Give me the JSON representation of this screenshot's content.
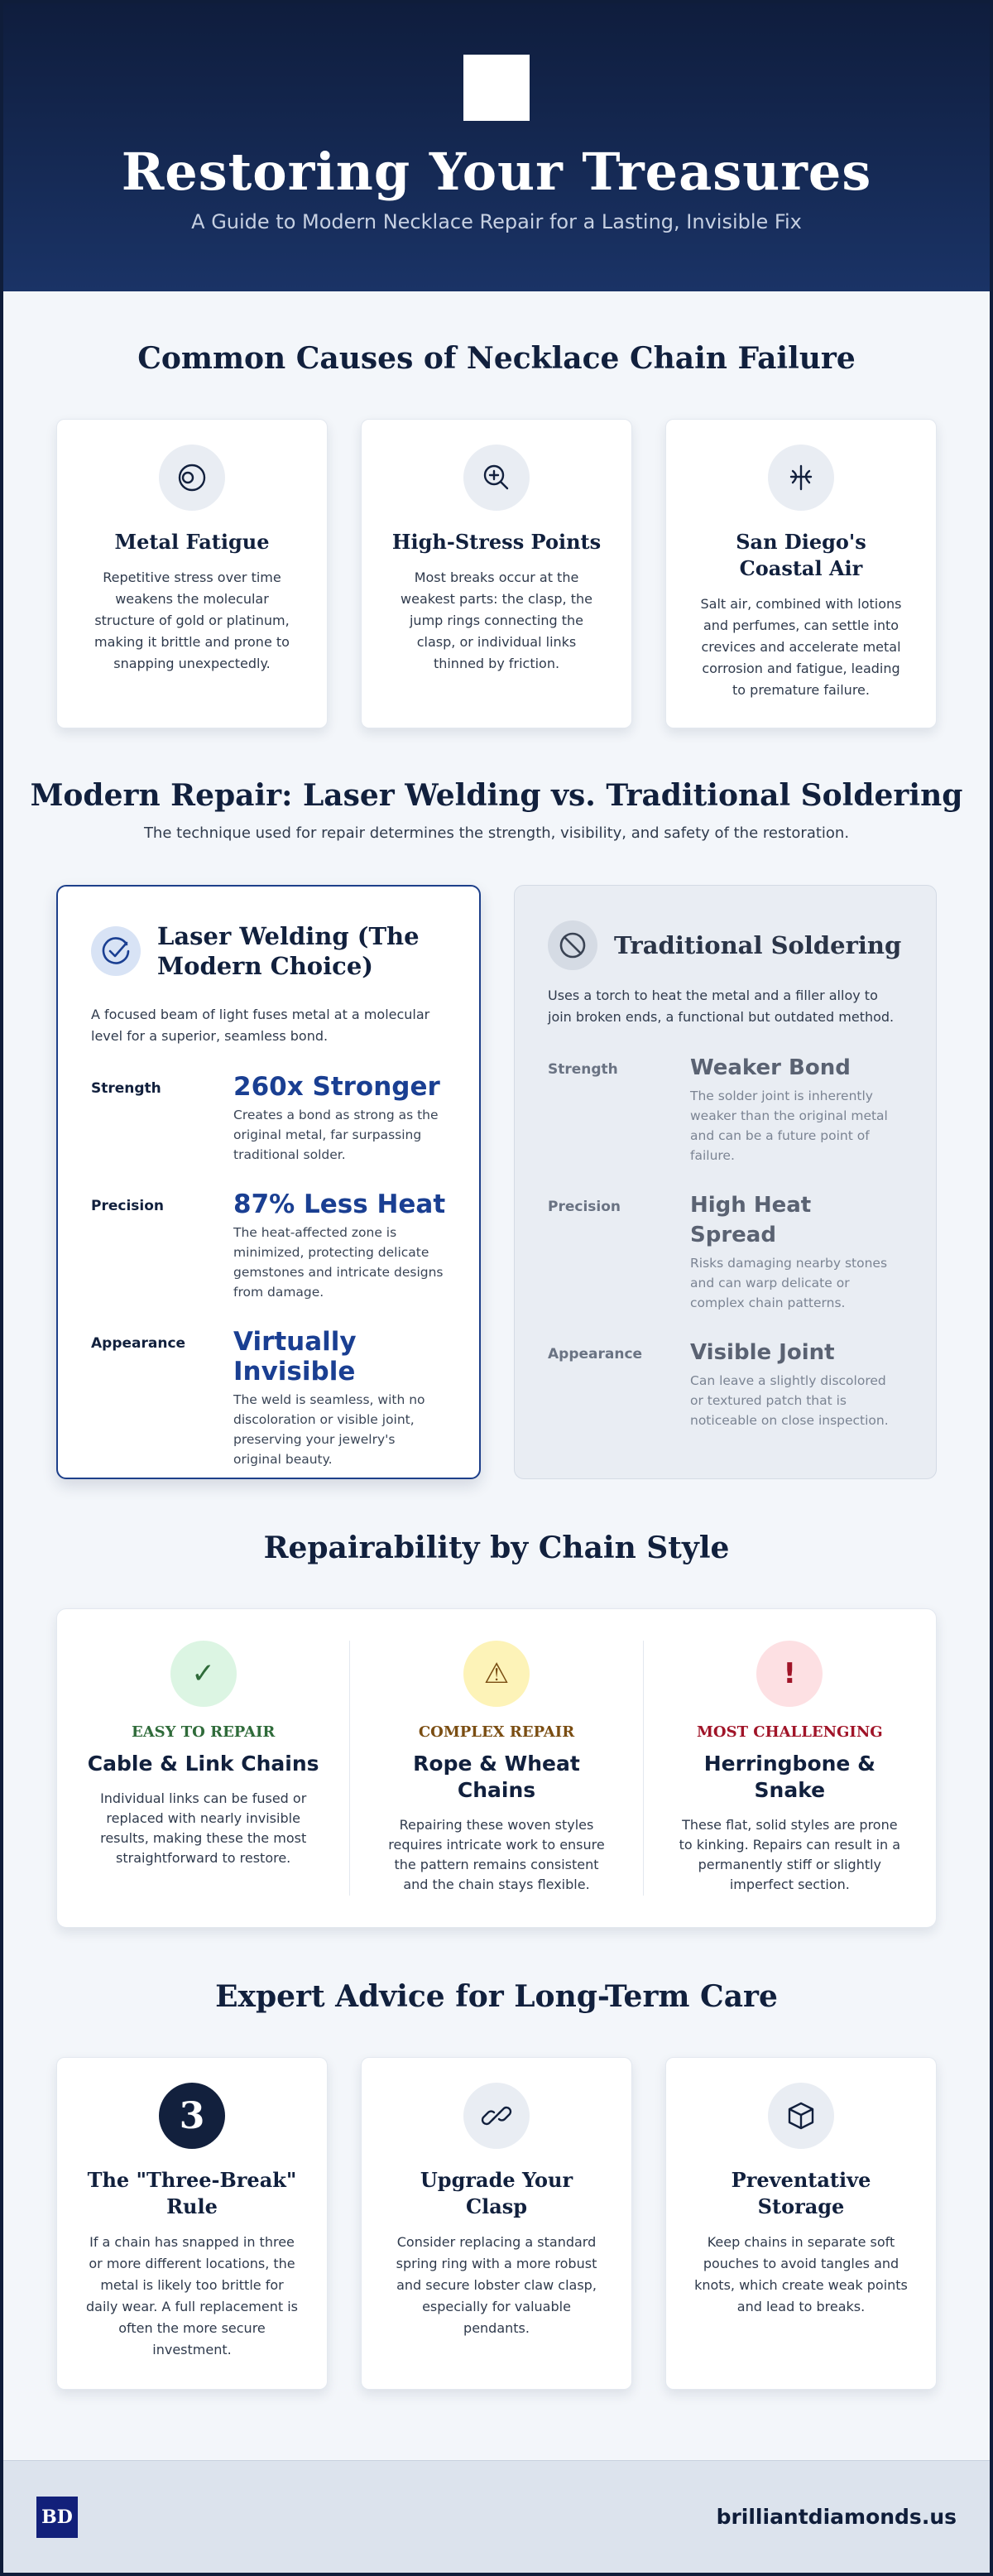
{
  "header": {
    "title": "Restoring Your Treasures",
    "subtitle": "A Guide to Modern Necklace Repair for a Lasting, Invisible Fix"
  },
  "causes": {
    "title": "Common Causes of Necklace Chain Failure",
    "items": [
      {
        "icon": "ring-icon",
        "title": "Metal Fatigue",
        "text": "Repetitive stress over time weakens the molecular structure of gold or platinum, making it brittle and prone to snapping unexpectedly."
      },
      {
        "icon": "magnify-icon",
        "title": "High-Stress Points",
        "text": "Most breaks occur at the weakest parts: the clasp, the jump rings connecting the clasp, or individual links thinned by friction."
      },
      {
        "icon": "salt-icon",
        "title": "San Diego's Coastal Air",
        "text": "Salt air, combined with lotions and perfumes, can settle into crevices and accelerate metal corrosion and fatigue, leading to premature failure."
      }
    ]
  },
  "compare": {
    "title": "Modern Repair: Laser Welding vs. Traditional Soldering",
    "subtitle": "The technique used for repair determines the strength, visibility, and safety of the restoration.",
    "laser": {
      "title": "Laser Welding (The Modern Choice)",
      "desc": "A focused beam of light fuses metal at a molecular level for a superior, seamless bond.",
      "metrics": [
        {
          "label": "Strength",
          "value": "260x Stronger",
          "note": "Creates a bond as strong as the original metal, far surpassing traditional solder."
        },
        {
          "label": "Precision",
          "value": "87% Less Heat",
          "note": "The heat-affected zone is minimized, protecting delicate gemstones and intricate designs from damage."
        },
        {
          "label": "Appearance",
          "value": "Virtually Invisible",
          "note": "The weld is seamless, with no discoloration or visible joint, preserving your jewelry's original beauty."
        }
      ]
    },
    "trad": {
      "title": "Traditional Soldering",
      "desc": "Uses a torch to heat the metal and a filler alloy to join broken ends, a functional but outdated method.",
      "metrics": [
        {
          "label": "Strength",
          "value": "Weaker Bond",
          "note": "The solder joint is inherently weaker than the original metal and can be a future point of failure."
        },
        {
          "label": "Precision",
          "value": "High Heat Spread",
          "note": "Risks damaging nearby stones and can warp delicate or complex chain patterns."
        },
        {
          "label": "Appearance",
          "value": "Visible Joint",
          "note": "Can leave a slightly discolored or textured patch that is noticeable on close inspection."
        }
      ]
    }
  },
  "chains": {
    "title": "Repairability by Chain Style",
    "items": [
      {
        "symbol": "✓",
        "level": "EASY TO REPAIR",
        "name": "Cable & Link Chains",
        "text": "Individual links can be fused or replaced with nearly invisible results, making these the most straightforward to restore.",
        "color": "#2f6b3a",
        "bg": "#dcf5e3"
      },
      {
        "symbol": "⚠",
        "level": "COMPLEX REPAIR",
        "name": "Rope & Wheat Chains",
        "text": "Repairing these woven styles requires intricate work to ensure the pattern remains consistent and the chain stays flexible.",
        "color": "#7a4d12",
        "bg": "#fdf3b8"
      },
      {
        "symbol": "!",
        "level": "MOST CHALLENGING",
        "name": "Herringbone & Snake",
        "text": "These flat, solid styles are prone to kinking. Repairs can result in a permanently stiff or slightly imperfect section.",
        "color": "#a01428",
        "bg": "#fde0e3"
      }
    ]
  },
  "advice": {
    "title": "Expert Advice for Long-Term Care",
    "items": [
      {
        "badge": "3",
        "title": "The \"Three-Break\" Rule",
        "text": "If a chain has snapped in three or more different locations, the metal is likely too brittle for daily wear. A full replacement is often the more secure investment."
      },
      {
        "icon": "link-icon",
        "title": "Upgrade Your Clasp",
        "text": "Consider replacing a standard spring ring with a more robust and secure lobster claw clasp, especially for valuable pendants."
      },
      {
        "icon": "box-icon",
        "title": "Preventative Storage",
        "text": "Keep chains in separate soft pouches to avoid tangles and knots, which create weak points and lead to breaks."
      }
    ]
  },
  "footer": {
    "logo_text": "BD",
    "site": "brilliantdiamonds.us"
  }
}
